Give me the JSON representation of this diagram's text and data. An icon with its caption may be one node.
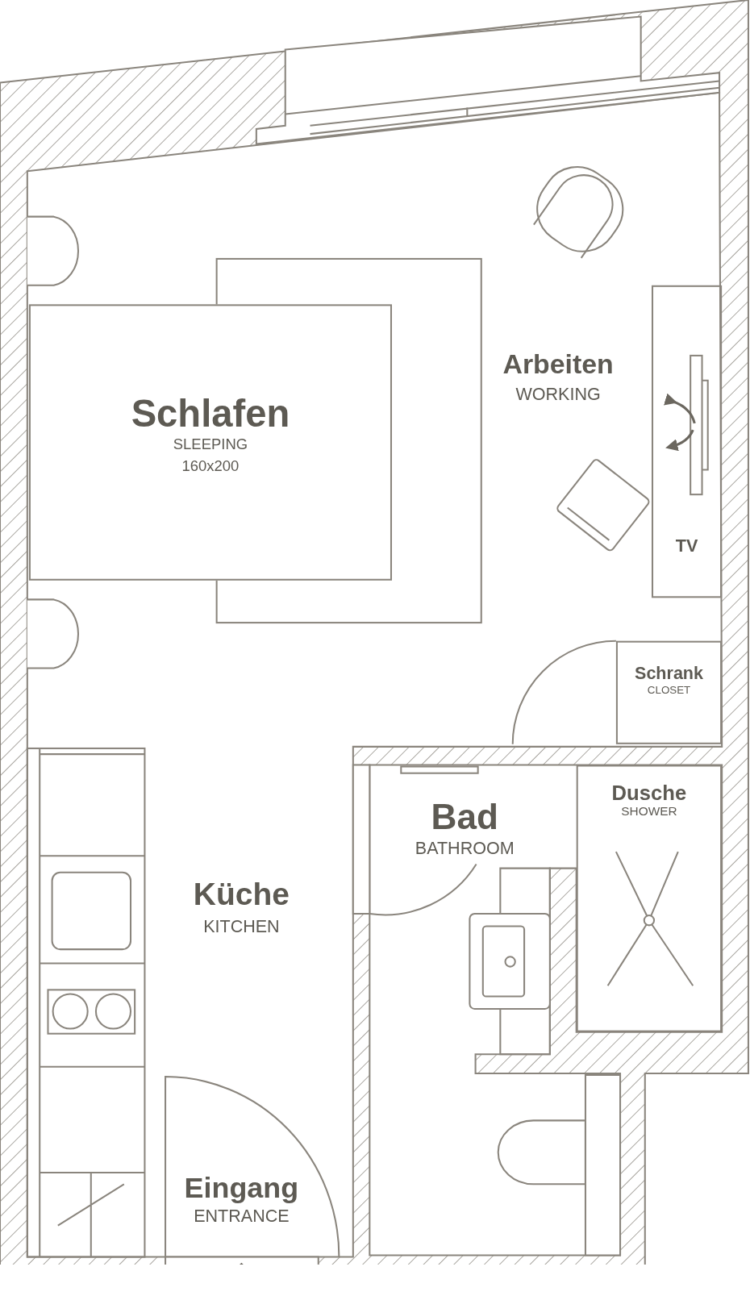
{
  "diagram": {
    "nodes": [
      {
        "text": [
          "Schlafen",
          "SLEEPING",
          "160x200"
        ]
      },
      {
        "text": [
          "TV"
        ]
      },
      {
        "text": [
          "Schrank",
          "CLOSET"
        ]
      },
      {
        "text": [
          "Dusche",
          "SHOWER"
        ]
      }
    ],
    "labels": [
      "Arbeiten",
      "WORKING",
      "Bad",
      "BATHROOM",
      "Küche",
      "KITCHEN",
      "Eingang",
      "ENTRANCE"
    ]
  }
}
